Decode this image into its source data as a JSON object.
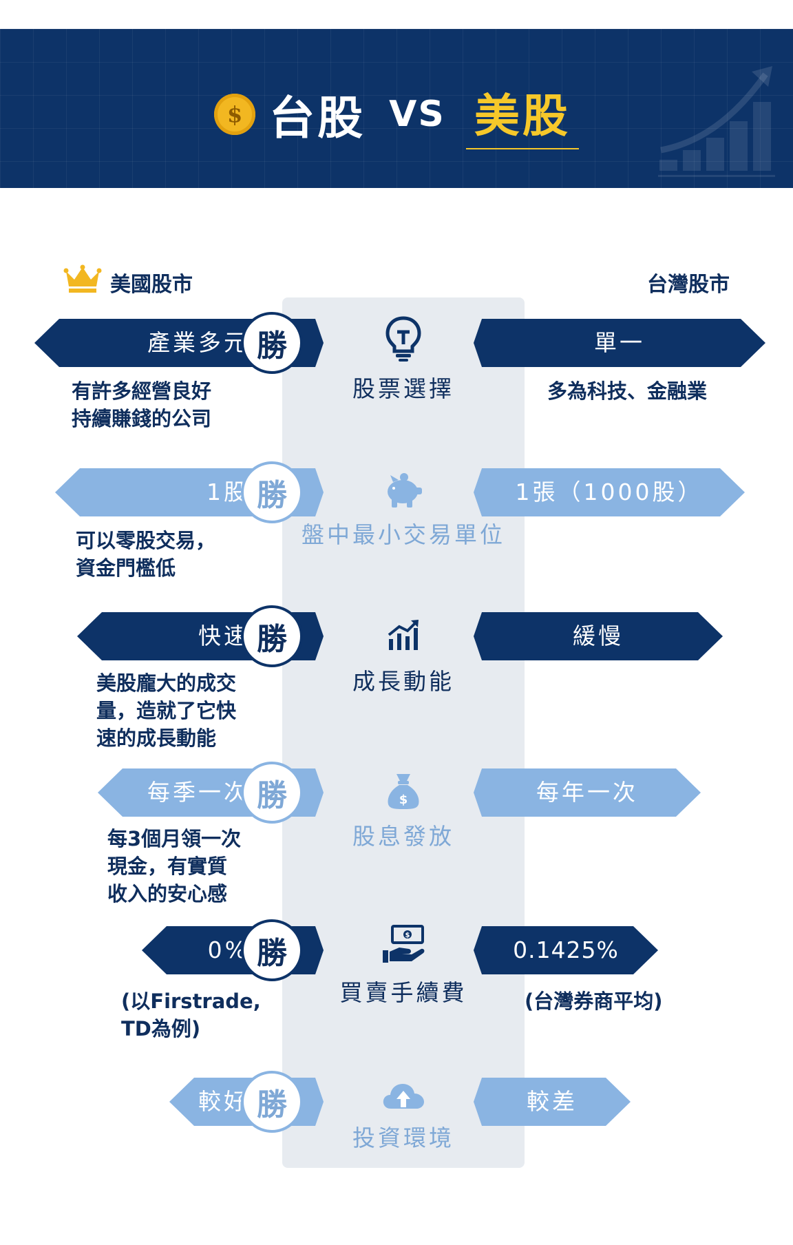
{
  "header": {
    "coin_symbol": "$",
    "title_left": "台股",
    "title_vs": "VS",
    "title_right": "美股"
  },
  "columns": {
    "us": "美國股市",
    "tw": "台灣股市"
  },
  "win_label": "勝",
  "colors": {
    "navy": "#0d3368",
    "light_blue": "#8ab4e2",
    "gold": "#f6c82a",
    "center_column": "#e7ebf0"
  },
  "rows": [
    {
      "category": "股票選擇",
      "icon": "lightbulb-icon",
      "style": "dark",
      "us_value": "產業多元",
      "tw_value": "單一",
      "us_note": [
        "有許多經營良好",
        "持續賺錢的公司"
      ],
      "tw_note": [
        "多為科技、金融業"
      ]
    },
    {
      "category": "盤中最小交易單位",
      "icon": "piggy-bank-icon",
      "style": "light",
      "us_value": "1股",
      "tw_value": "1張（1000股）",
      "us_note": [
        "可以零股交易，",
        "資金門檻低"
      ],
      "tw_note": []
    },
    {
      "category": "成長動能",
      "icon": "growth-chart-icon",
      "style": "dark",
      "us_value": "快速",
      "tw_value": "緩慢",
      "us_note": [
        "美股龐大的成交",
        "量，造就了它快",
        "速的成長動能"
      ],
      "tw_note": []
    },
    {
      "category": "股息發放",
      "icon": "money-bag-icon",
      "style": "light",
      "us_value": "每季一次",
      "tw_value": "每年一次",
      "us_note": [
        "每3個月領一次",
        "現金，有實質",
        "收入的安心感"
      ],
      "tw_note": []
    },
    {
      "category": "買賣手續費",
      "icon": "cash-hand-icon",
      "style": "dark",
      "us_value": "0%",
      "tw_value": "0.1425%",
      "us_note": [
        "(以Firstrade,",
        "TD為例)"
      ],
      "tw_note": [
        "(台灣券商平均)"
      ]
    },
    {
      "category": "投資環境",
      "icon": "cloud-upload-icon",
      "style": "light",
      "us_value": "較好",
      "tw_value": "較差",
      "us_note": [],
      "tw_note": []
    }
  ]
}
